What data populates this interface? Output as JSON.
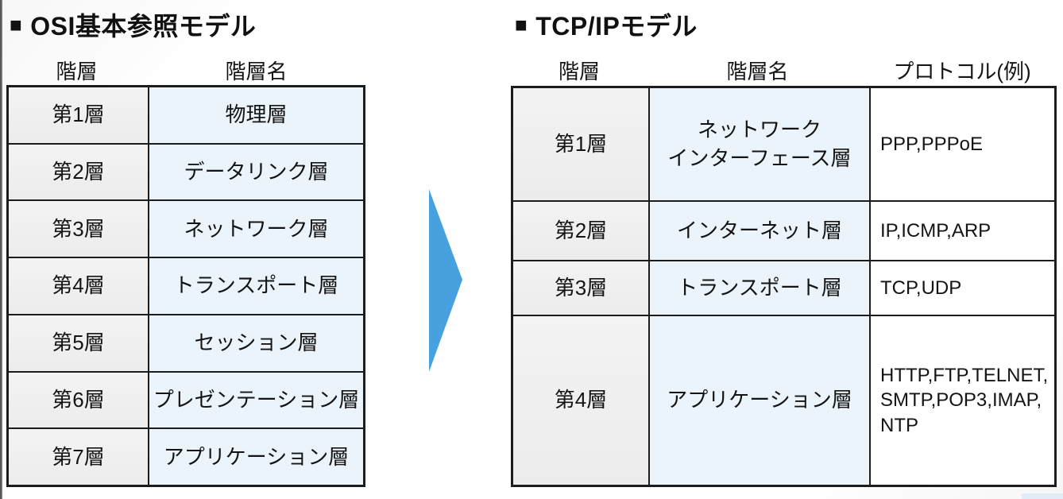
{
  "page": {
    "left_edge_color": "#4a4a4a",
    "border_color": "#1c1c1c",
    "layer_cell_color": "#efefef",
    "name_cell_color": "#eaf4fa",
    "arrow_color": "#47a1df",
    "bottom_strip_color": "#e2ecf9"
  },
  "osi": {
    "bullet": "■",
    "title": "OSI基本参照モデル",
    "headers": {
      "layer": "階層",
      "name": "階層名"
    },
    "rows": [
      {
        "layer": "第1層",
        "name": "物理層"
      },
      {
        "layer": "第2層",
        "name": "データリンク層"
      },
      {
        "layer": "第3層",
        "name": "ネットワーク層"
      },
      {
        "layer": "第4層",
        "name": "トランスポート層"
      },
      {
        "layer": "第5層",
        "name": "セッション層"
      },
      {
        "layer": "第6層",
        "name": "プレゼンテーション層"
      },
      {
        "layer": "第7層",
        "name": "アプリケーション層"
      }
    ]
  },
  "tcpip": {
    "bullet": "■",
    "title": "TCP/IPモデル",
    "headers": {
      "layer": "階層",
      "name": "階層名",
      "protocol": "プロトコル(例)"
    },
    "rows": [
      {
        "layer": "第1層",
        "name": "ネットワーク\nインターフェース層",
        "protocols": "PPP,PPPoE"
      },
      {
        "layer": "第2層",
        "name": "インターネット層",
        "protocols": "IP,ICMP,ARP"
      },
      {
        "layer": "第3層",
        "name": "トランスポート層",
        "protocols": "TCP,UDP"
      },
      {
        "layer": "第4層",
        "name": "アプリケーション層",
        "protocols": "HTTP,FTP,TELNET,\nSMTP,POP3,IMAP,\nNTP"
      }
    ]
  }
}
